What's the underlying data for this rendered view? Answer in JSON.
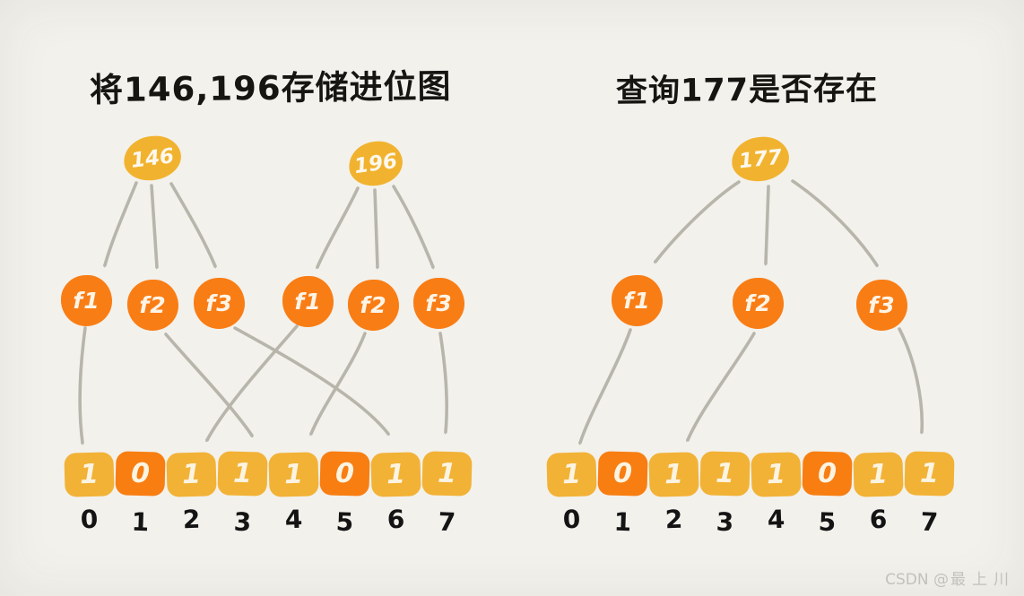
{
  "diagram": "bloom-filter-bitmap-illustration",
  "colors": {
    "background": "#F2F1EC",
    "gold": "#F1B32F",
    "cell_one": "#F2B236",
    "cell_zero_orange": "#F87E12",
    "hash_orange": "#F97D15",
    "arrow_gray": "#B8B5AB",
    "ink": "#161512",
    "watermark_gray": "#C3C1BC"
  },
  "left_panel": {
    "title": "将146,196存储进位图",
    "inputs": [
      {
        "value": "146",
        "hash_functions": [
          "f1",
          "f2",
          "f3"
        ],
        "maps_to_bits": [
          0,
          3,
          6
        ]
      },
      {
        "value": "196",
        "hash_functions": [
          "f1",
          "f2",
          "f3"
        ],
        "maps_to_bits": [
          2,
          4,
          7
        ]
      }
    ],
    "hash_labels": [
      "f1",
      "f2",
      "f3",
      "f1",
      "f2",
      "f3"
    ],
    "bit_array": {
      "bits": [
        1,
        0,
        1,
        1,
        1,
        0,
        1,
        1
      ],
      "indices": [
        0,
        1,
        2,
        3,
        4,
        5,
        6,
        7
      ]
    }
  },
  "right_panel": {
    "title": "查询177是否存在",
    "query_value": "177",
    "hash_labels": [
      "f1",
      "f2",
      "f3"
    ],
    "maps_to_bits": [
      0,
      2,
      7
    ],
    "bit_array": {
      "bits": [
        1,
        0,
        1,
        1,
        1,
        0,
        1,
        1
      ],
      "indices": [
        0,
        1,
        2,
        3,
        4,
        5,
        6,
        7
      ]
    }
  },
  "watermark": {
    "prefix": "CSDN @",
    "name": "最上川"
  }
}
